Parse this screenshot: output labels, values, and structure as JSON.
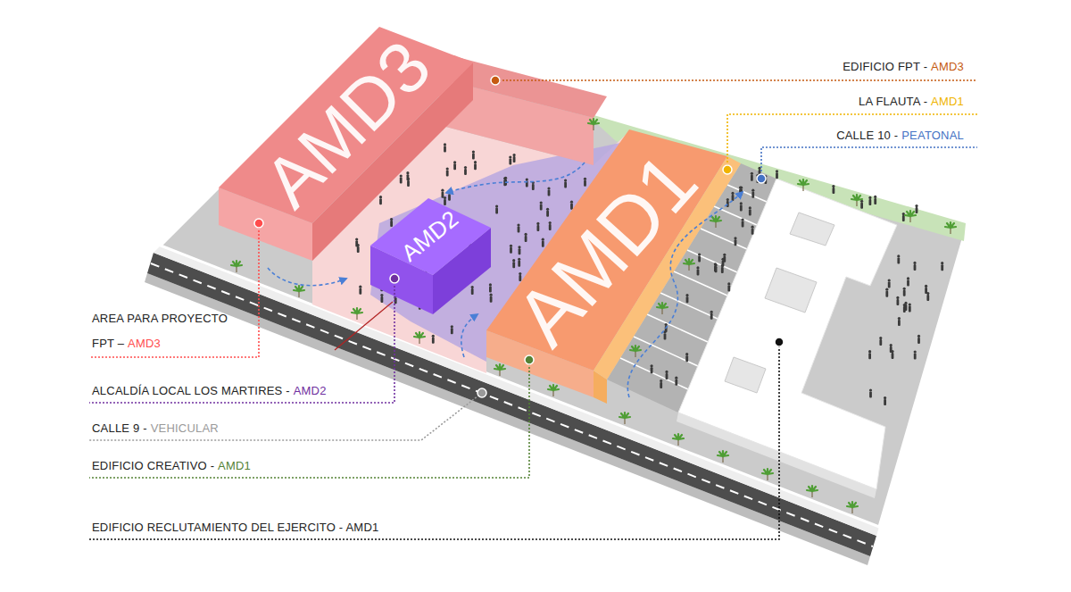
{
  "diagram": {
    "nodes": [
      {
        "text": [
          "AMD3"
        ]
      },
      {
        "text": [
          "AMD2"
        ]
      },
      {
        "text": [
          "AMD1"
        ]
      }
    ],
    "labels": [
      "EDIFICIO FPT -",
      "AMD3",
      "LA FLAUTA -",
      "AMD1",
      "CALLE 10 -",
      "PEATONAL",
      "AREA PARA PROYECTO FPT –",
      "AMD3",
      "ALCALDÍA LOCAL LOS MARTIRES -",
      "AMD2",
      "CALLE 9 -",
      "VEHICULAR",
      "EDIFICIO CREATIVO -",
      "AMD1",
      "EDIFICIO RECLUTAMIENTO DEL EJERCITO - AMD1"
    ]
  }
}
